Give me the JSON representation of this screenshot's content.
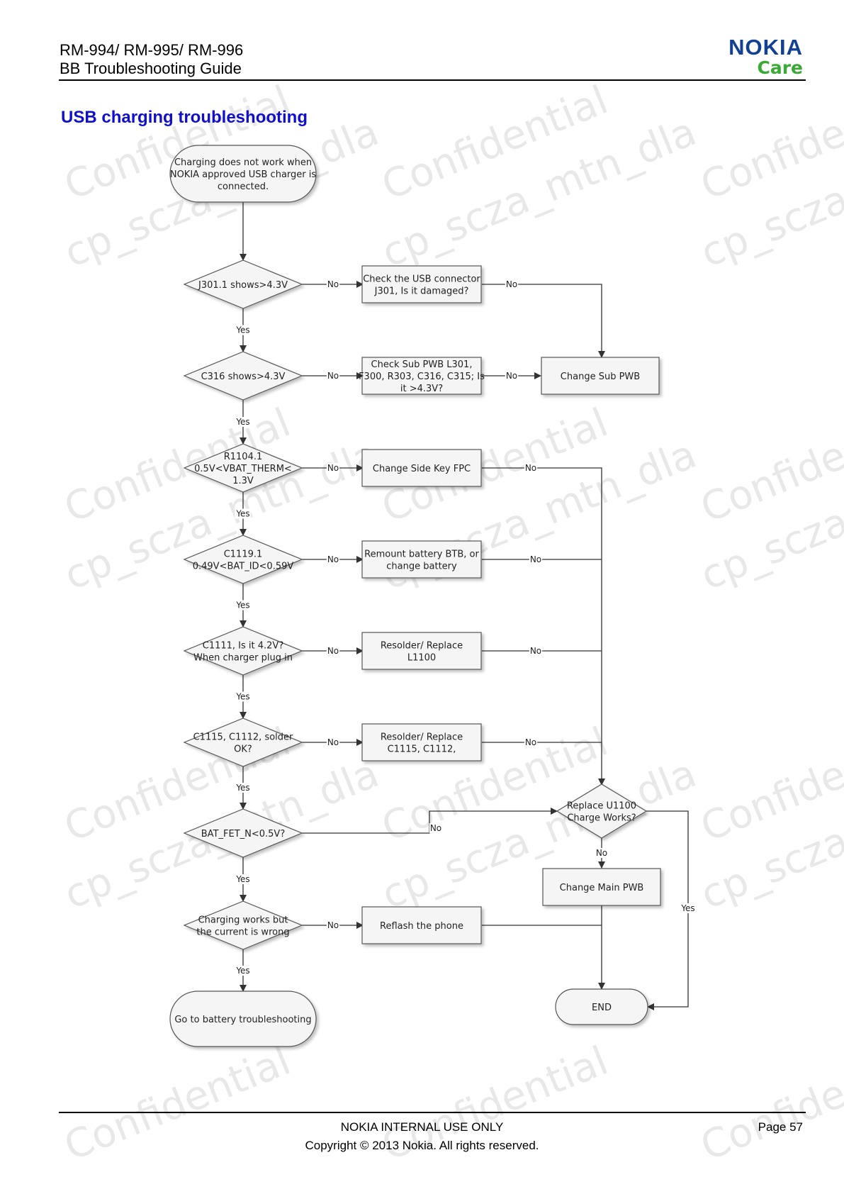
{
  "header": {
    "model_line": "RM-994/ RM-995/ RM-996",
    "guide_line": "BB Troubleshooting Guide",
    "logo_brand": "NOKIA",
    "logo_sub": "Care"
  },
  "page_title": "USB charging troubleshooting",
  "watermark": [
    "Confidential",
    "cp_scza_mtn_dla"
  ],
  "flowchart": {
    "start": [
      "Charging does not work when",
      "NOKIA approved USB charger is",
      "connected."
    ],
    "decisions": [
      [
        "J301.1  shows>4.3V"
      ],
      [
        "C316 shows>4.3V"
      ],
      [
        "R1104.1",
        "0.5V<VBAT_THERM<",
        "1.3V"
      ],
      [
        "C1119.1",
        "0.49V<BAT_ID<0.59V"
      ],
      [
        "C1111, Is it 4.2V?",
        "When charger plug in"
      ],
      [
        "C1115, C1112, solder",
        "OK?"
      ],
      [
        "BAT_FET_N<0.5V?"
      ],
      [
        "Charging works but",
        "the current is wrong"
      ]
    ],
    "actions": [
      [
        "Check the USB connector",
        "J301, Is it damaged?"
      ],
      [
        "Check Sub PWB L301,",
        "F300, R303, C316, C315; Is",
        "it >4.3V?"
      ],
      [
        "Change Side Key FPC"
      ],
      [
        "Remount battery BTB, or",
        "change battery"
      ],
      [
        "Resolder/ Replace",
        "L1100"
      ],
      [
        "Resolder/ Replace",
        "C1115, C1112,"
      ],
      [
        "Reflash the phone"
      ]
    ],
    "change_sub_pwb": [
      "Change Sub PWB"
    ],
    "replace_u1100": [
      "Replace U1100",
      "Charge Works?"
    ],
    "change_main_pwb": [
      "Change Main PWB"
    ],
    "end": [
      "END"
    ],
    "battery": [
      "Go to battery troubleshooting"
    ],
    "labels": {
      "yes": "Yes",
      "no": "No"
    }
  },
  "footer": {
    "internal": "NOKIA INTERNAL USE ONLY",
    "copyright": "Copyright © 2013 Nokia. All rights reserved.",
    "page": "Page 57"
  },
  "colors": {
    "title": "#1010cc",
    "logo_brand": "#124191",
    "logo_sub": "#3aa935"
  }
}
